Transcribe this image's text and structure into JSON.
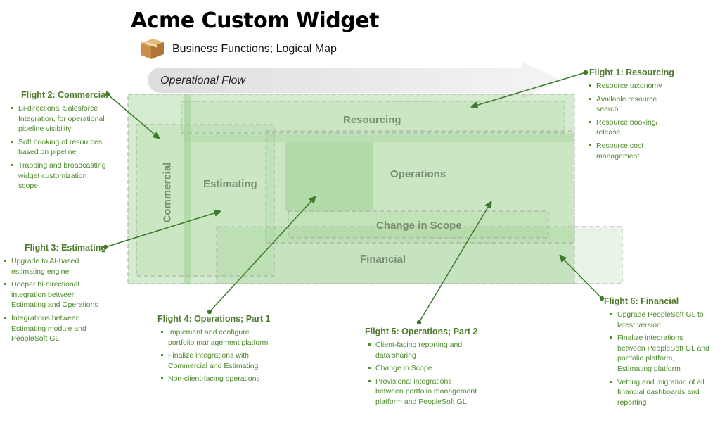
{
  "header": {
    "title": "Acme Custom Widget",
    "subtitle": "Business Functions;  Logical Map",
    "icon": "cardboard-box-icon"
  },
  "flow": {
    "label": "Operational Flow"
  },
  "regions": {
    "resourcing": "Resourcing",
    "commercial": "Commercial",
    "estimating": "Estimating",
    "operations": "Operations",
    "change_in_scope": "Change in Scope",
    "financial": "Financial"
  },
  "colors": {
    "region_fill": "#7fc36f",
    "accent_green": "#4e7a2c",
    "bullet_text": "#4e8a2e",
    "region_label": "#7a8d73"
  },
  "flights": [
    {
      "key": "flight1",
      "title": "Flight 1: Resourcing",
      "items": [
        "Resource taxonomy",
        "Available resource search",
        "Resource booking/ release",
        "Resource cost management"
      ]
    },
    {
      "key": "flight2",
      "title": "Flight 2: Commercial",
      "items": [
        "Bi-directional Salesforce Integration, for operational pipeline visibility",
        "Soft booking of resources based on pipeline",
        "Trapping and broadcasting widget customization scope"
      ]
    },
    {
      "key": "flight3",
      "title": "Flight 3: Estimating",
      "items": [
        "Upgrade to AI-based estimating engine",
        "Deeper bi-directional integration between Estimating and Operations",
        "Integrations between Estimating module and PeopleSoft GL"
      ]
    },
    {
      "key": "flight4",
      "title": "Flight 4: Operations; Part 1",
      "items": [
        "Implement and configure portfolio management platform",
        "Finalize integrations with Commercial and Estimating",
        "Non-client-facing operations"
      ]
    },
    {
      "key": "flight5",
      "title": "Flight 5: Operations; Part 2",
      "items": [
        "Client-facing reporting and data sharing",
        "Change in Scope",
        "Provisional integrations between portfolio management platform and PeopleSoft GL"
      ]
    },
    {
      "key": "flight6",
      "title": "Flight 6: Financial",
      "items": [
        "Upgrade PeopleSoft GL to latest version",
        "Finalize integrations between PeopleSoft GL and portfolio platform, Estimating platform",
        "Vetting and migration of all financial dashboards and reporting"
      ]
    }
  ]
}
